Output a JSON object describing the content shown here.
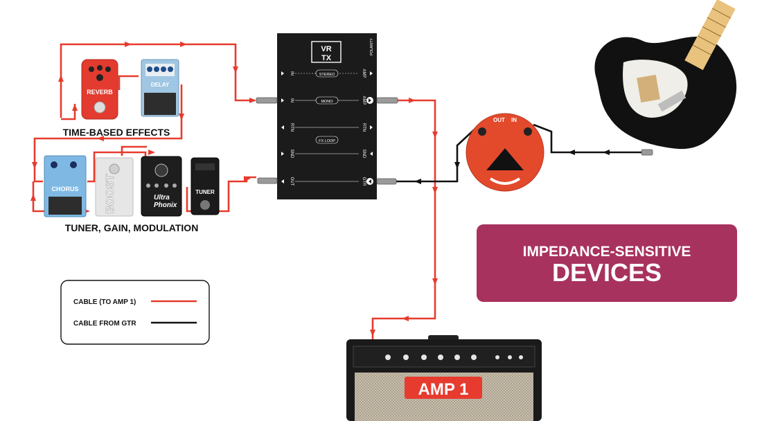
{
  "colors": {
    "signal_to_amp": "#e63b2e",
    "signal_from_guitar": "#111111",
    "callout_bg": "#a8325e",
    "reverb": "#e33b2f",
    "delay": "#9fc6e2",
    "chorus": "#7fb9e3",
    "boost": "#e6e6e6",
    "vrtx": "#1b1b1b",
    "fuzz": "#e34a2c"
  },
  "pedals": {
    "reverb": "REVERB",
    "delay": "DELAY",
    "chorus": "CHORUS",
    "boost": "BOOST",
    "ultraphonix_line1": "Ultra",
    "ultraphonix_line2": "Phonix",
    "tuner": "TUNER"
  },
  "groups": {
    "time_based": "TIME-BASED EFFECTS",
    "tuner_gain_mod": "TUNER, GAIN, MODULATION"
  },
  "vrtx": {
    "logo_top": "VR",
    "logo_bottom": "TX",
    "left_column": [
      "IN",
      "IN",
      "RTN",
      "SND",
      "OUT"
    ],
    "right_column": [
      "AMP",
      "AMP",
      "RTN",
      "SND",
      "GTR"
    ],
    "mode_labels": [
      "STEREO",
      "MONO",
      "FX LOOP"
    ],
    "polarity": "POLARITY"
  },
  "fuzz": {
    "out_label": "OUT",
    "in_label": "IN"
  },
  "callout": {
    "line1": "IMPEDANCE-SENSITIVE",
    "line2": "DEVICES"
  },
  "legend": {
    "items": [
      {
        "label": "CABLE (TO AMP 1)",
        "color": "#e63b2e"
      },
      {
        "label": "CABLE FROM GTR",
        "color": "#111111"
      }
    ]
  },
  "amp": {
    "label": "AMP 1"
  },
  "icons": [
    "guitar-icon",
    "amp-icon",
    "fuzz-pedal-icon",
    "vrtx-unit-icon"
  ]
}
